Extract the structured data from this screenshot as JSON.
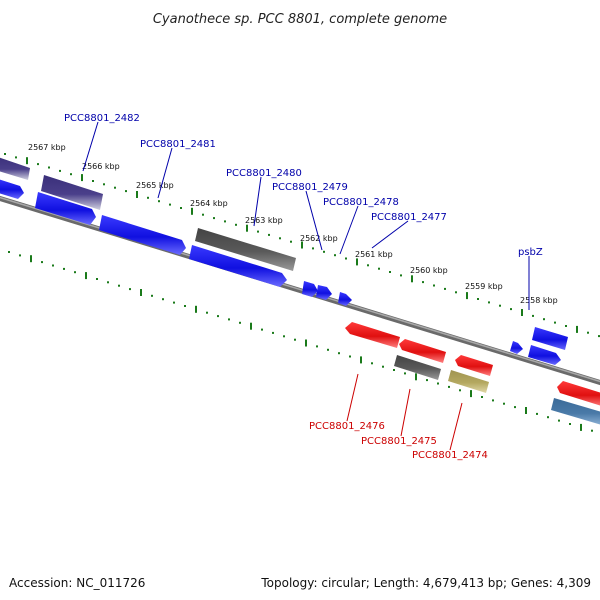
{
  "title": "Cyanothece sp. PCC 8801, complete genome",
  "footer": {
    "accession": "Accession: NC_011726",
    "summary": "Topology: circular; Length: 4,679,413 bp; Genes: 4,309"
  },
  "kbp_ticks": [
    "2567 kbp",
    "2566 kbp",
    "2565 kbp",
    "2564 kbp",
    "2563 kbp",
    "2562 kbp",
    "2561 kbp",
    "2560 kbp",
    "2559 kbp",
    "2558 kbp"
  ],
  "gene_labels": [
    {
      "text": "PCC8801_2482",
      "strand": "top"
    },
    {
      "text": "PCC8801_2481",
      "strand": "top"
    },
    {
      "text": "PCC8801_2480",
      "strand": "top"
    },
    {
      "text": "PCC8801_2479",
      "strand": "top"
    },
    {
      "text": "PCC8801_2478",
      "strand": "top"
    },
    {
      "text": "PCC8801_2477",
      "strand": "top"
    },
    {
      "text": "psbZ",
      "strand": "top"
    },
    {
      "text": "PCC8801_2476",
      "strand": "bottom"
    },
    {
      "text": "PCC8801_2475",
      "strand": "bottom"
    },
    {
      "text": "PCC8801_2474",
      "strand": "bottom"
    }
  ],
  "colors": {
    "forward": "#1010e0",
    "reverse": "#e01010",
    "label_forward": "#0000aa",
    "label_reverse": "#cc0000",
    "backbone": "#808080",
    "tick": "#1a7a1a",
    "gray_gene": "#5a5a5a",
    "purple_gene": "#4a3f8a",
    "khaki_gene": "#b4a860",
    "steel_gene": "#4a7aa8"
  }
}
